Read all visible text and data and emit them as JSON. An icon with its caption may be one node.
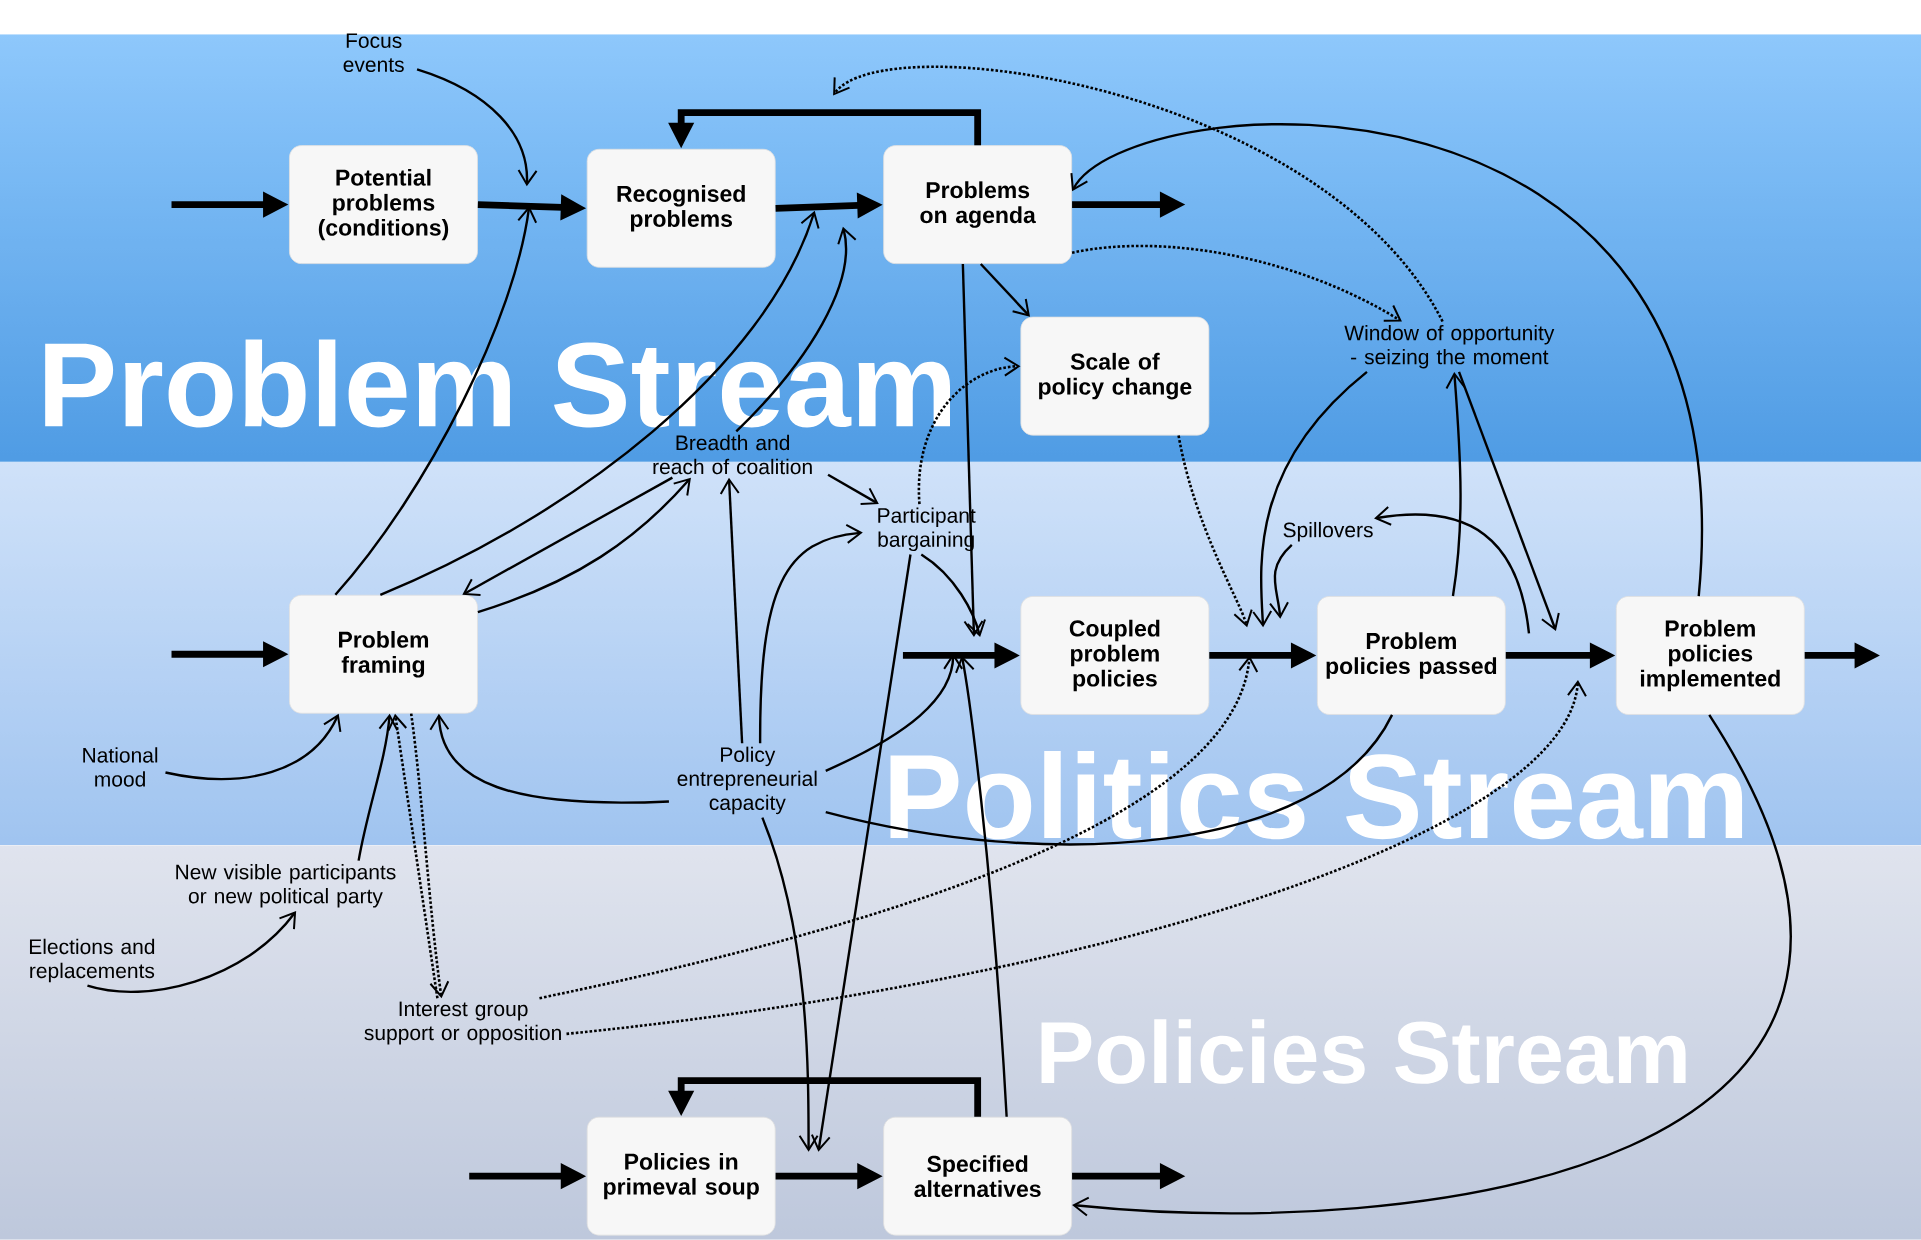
{
  "diagram": {
    "nodes": [
      {
        "text": [
          "Potential problems (conditions)"
        ]
      },
      {
        "text": [
          "Recognised problems"
        ]
      },
      {
        "text": [
          "Problems on agenda"
        ]
      },
      {
        "text": [
          "Scale of policy change"
        ]
      },
      {
        "text": [
          "Problem framing"
        ]
      },
      {
        "text": [
          "Coupled problem policies"
        ]
      },
      {
        "text": [
          "Problem policies passed"
        ]
      },
      {
        "text": [
          "Problem policies implemented"
        ]
      },
      {
        "text": [
          "Policies in primeval soup"
        ]
      },
      {
        "text": [
          "Specified alternatives"
        ]
      },
      {
        "text": [
          "Focus events"
        ]
      },
      {
        "text": [
          "Breadth and reach of coalition"
        ]
      },
      {
        "text": [
          "Participant bargaining"
        ]
      },
      {
        "text": [
          "Window of opportunity - seizing the moment"
        ]
      },
      {
        "text": [
          "Spillovers"
        ]
      },
      {
        "text": [
          "National mood"
        ]
      },
      {
        "text": [
          "Policy entrepreneurial capacity"
        ]
      },
      {
        "text": [
          "New visible participants or new political party"
        ]
      },
      {
        "text": [
          "Elections and replacements"
        ]
      },
      {
        "text": [
          "Interest group support or opposition"
        ]
      }
    ],
    "edges": [
      {
        "from": null,
        "to": 0,
        "arrow": "to",
        "style": "thick"
      },
      {
        "from": 0,
        "to": 1,
        "arrow": "to",
        "style": "thick"
      },
      {
        "from": 1,
        "to": 2,
        "arrow": "to",
        "style": "thick"
      },
      {
        "from": 2,
        "to": null,
        "arrow": "to",
        "style": "thick"
      },
      {
        "from": 2,
        "to": 1,
        "arrow": "to",
        "style": "thick"
      },
      {
        "from": null,
        "to": 4,
        "arrow": "to",
        "style": "thick"
      },
      {
        "from": null,
        "to": 5,
        "arrow": "to",
        "style": "thick"
      },
      {
        "from": 5,
        "to": 6,
        "arrow": "to",
        "style": "thick"
      },
      {
        "from": 6,
        "to": 7,
        "arrow": "to",
        "style": "thick"
      },
      {
        "from": 7,
        "to": null,
        "arrow": "to",
        "style": "thick"
      },
      {
        "from": null,
        "to": 8,
        "arrow": "to",
        "style": "thick"
      },
      {
        "from": 8,
        "to": 9,
        "arrow": "to",
        "style": "thick"
      },
      {
        "from": 9,
        "to": null,
        "arrow": "to",
        "style": "thick"
      },
      {
        "from": 9,
        "to": 8,
        "arrow": "to",
        "style": "thick"
      },
      {
        "from": 10,
        "to": null,
        "arrow": "to"
      },
      {
        "from": 4,
        "to": null,
        "arrow": "to"
      },
      {
        "from": 4,
        "to": null,
        "arrow": "to"
      },
      {
        "from": 11,
        "to": null,
        "arrow": "to"
      },
      {
        "from": 11,
        "to": 4,
        "arrow": "to"
      },
      {
        "from": 4,
        "to": 11,
        "arrow": "to"
      },
      {
        "from": 11,
        "to": 12,
        "arrow": "to"
      },
      {
        "from": 16,
        "to": 12,
        "arrow": "to"
      },
      {
        "from": 16,
        "to": 11,
        "arrow": "to"
      },
      {
        "from": 16,
        "to": 4,
        "arrow": "to"
      },
      {
        "from": 16,
        "to": null,
        "arrow": "to"
      },
      {
        "from": 16,
        "to": 6,
        "arrow": "none"
      },
      {
        "from": 12,
        "to": null,
        "arrow": "to"
      },
      {
        "from": 12,
        "to": null,
        "arrow": "to"
      },
      {
        "from": 16,
        "to": null,
        "arrow": "to"
      },
      {
        "from": 2,
        "to": null,
        "arrow": "to"
      },
      {
        "from": 9,
        "to": null,
        "arrow": "to"
      },
      {
        "from": 2,
        "to": 3,
        "arrow": "to"
      },
      {
        "from": 2,
        "to": 13,
        "arrow": "to",
        "style": "dashed"
      },
      {
        "from": 13,
        "to": null,
        "arrow": "to",
        "style": "dashed"
      },
      {
        "from": 12,
        "to": 3,
        "arrow": "to",
        "style": "dashed"
      },
      {
        "from": 3,
        "to": null,
        "arrow": "to",
        "style": "dashed"
      },
      {
        "from": 13,
        "to": null,
        "arrow": "to"
      },
      {
        "from": 14,
        "to": null,
        "arrow": "to"
      },
      {
        "from": 6,
        "to": 13,
        "arrow": "to"
      },
      {
        "from": 13,
        "to": null,
        "arrow": "to"
      },
      {
        "from": null,
        "to": 14,
        "arrow": "to"
      },
      {
        "from": 7,
        "to": 2,
        "arrow": "to"
      },
      {
        "from": 7,
        "to": 9,
        "arrow": "to"
      },
      {
        "from": 19,
        "to": null,
        "arrow": "to",
        "style": "dashed"
      },
      {
        "from": 19,
        "to": null,
        "arrow": "to",
        "style": "dashed"
      },
      {
        "from": 4,
        "to": 19,
        "arrow": "to",
        "style": "dashed"
      },
      {
        "from": 19,
        "to": 4,
        "arrow": "to",
        "style": "dashed"
      },
      {
        "from": 15,
        "to": 4,
        "arrow": "to"
      },
      {
        "from": 17,
        "to": 4,
        "arrow": "to"
      },
      {
        "from": 18,
        "to": 17,
        "arrow": "to"
      }
    ],
    "labels": [
      "Problem Stream",
      "Politics Stream",
      "Policies Stream"
    ]
  }
}
